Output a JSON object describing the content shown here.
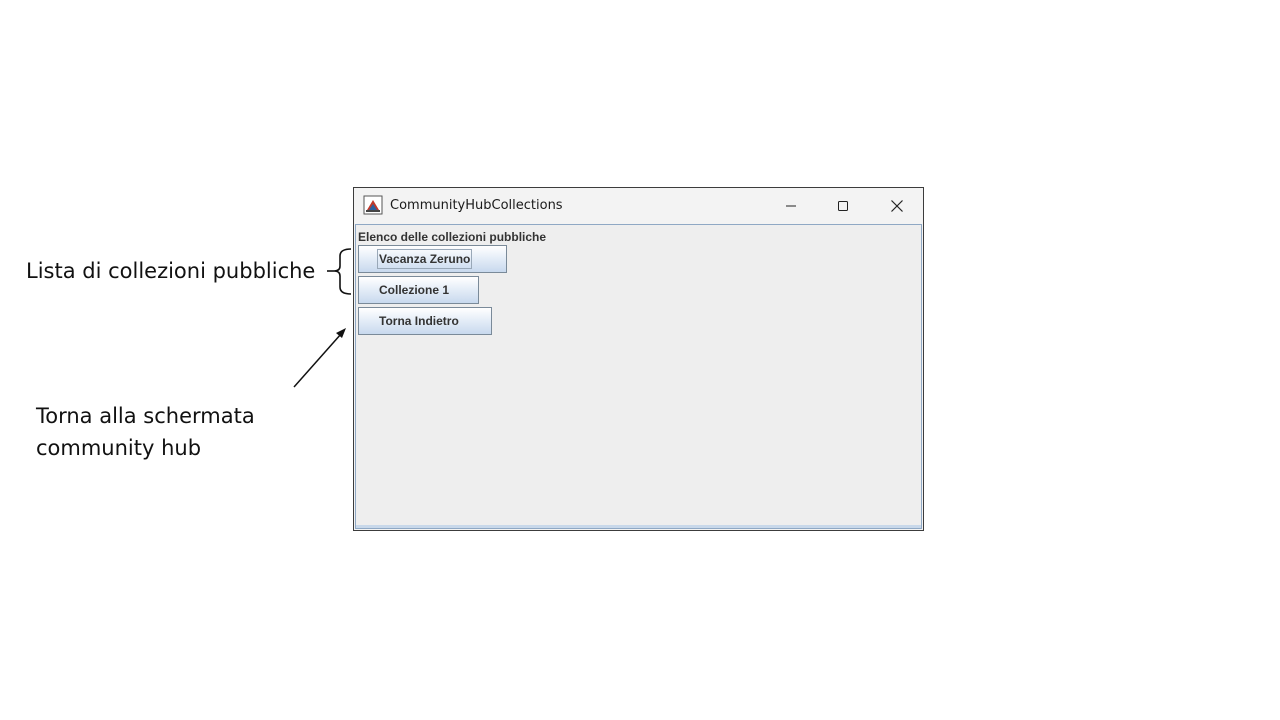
{
  "annotations": {
    "lista": "Lista di collezioni pubbliche",
    "torna_line1": "Torna alla schermata",
    "torna_line2": "community hub"
  },
  "window": {
    "title": "CommunityHubCollections",
    "icon": "java-app-icon",
    "controls": [
      "minimize-icon",
      "maximize-icon",
      "close-icon"
    ]
  },
  "main": {
    "heading": "Elenco delle collezioni pubbliche",
    "collections": [
      {
        "label": "Vacanza Zeruno"
      },
      {
        "label": "Collezione 1"
      }
    ],
    "back_button": "Torna Indietro"
  }
}
